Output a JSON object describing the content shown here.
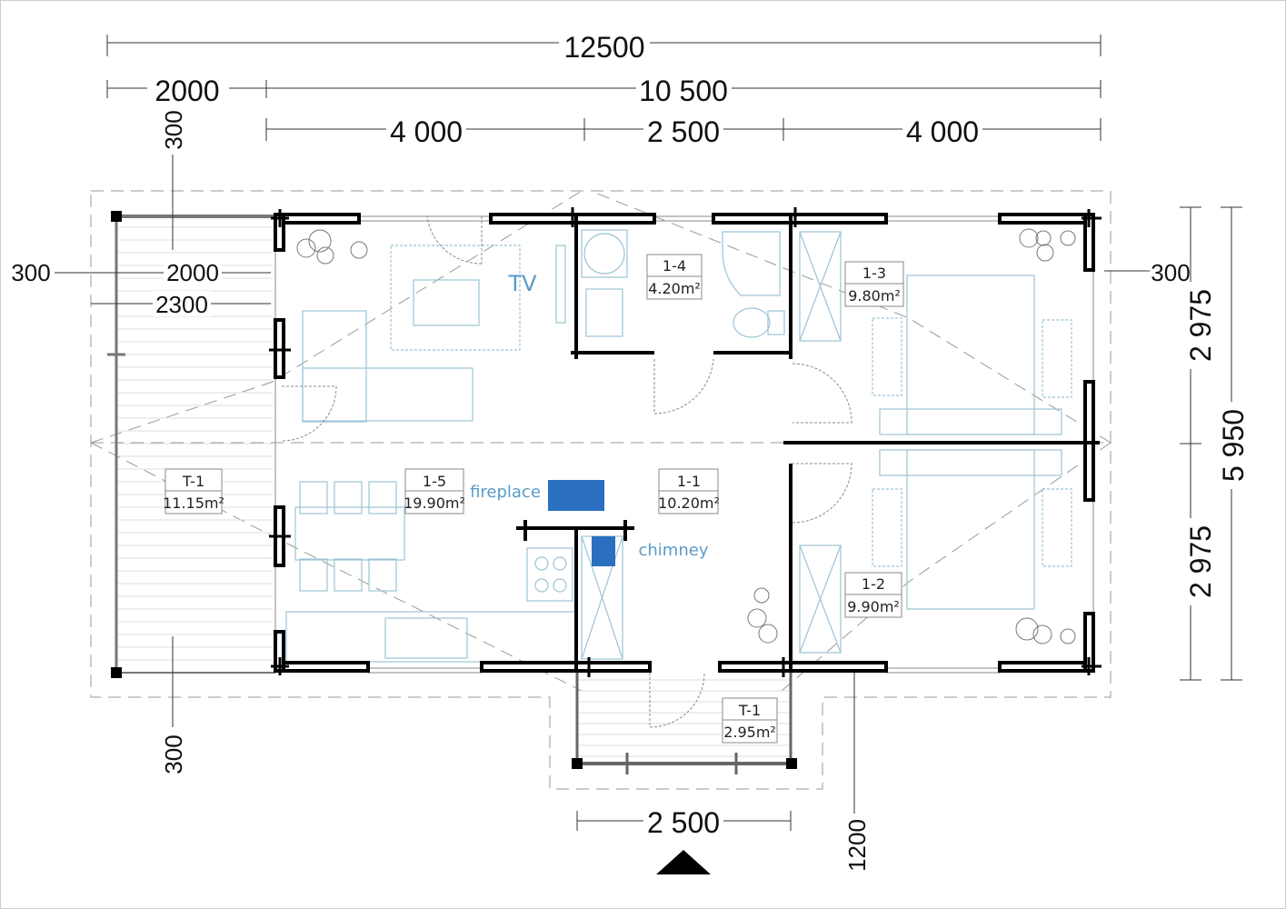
{
  "dimensions": {
    "overall_width": "12500",
    "terrace_width": "2000",
    "house_width": "10 500",
    "segment_left": "4 000",
    "segment_middle": "2 500",
    "segment_right": "4 000",
    "top_offset": "300",
    "left_offset": "300",
    "terrace_inner": "2000",
    "terrace_outer": "2300",
    "bottom_offset": "300",
    "right_offset": "300",
    "depth_upper": "2 975",
    "depth_lower": "2 975",
    "overall_depth": "5 950",
    "porch_width": "2 500",
    "porch_depth": "1200"
  },
  "rooms": [
    {
      "id": "T-1",
      "area": "11.15m²"
    },
    {
      "id": "1-5",
      "area": "19.90m²"
    },
    {
      "id": "1-4",
      "area": "4.20m²"
    },
    {
      "id": "1-1",
      "area": "10.20m²"
    },
    {
      "id": "1-3",
      "area": "9.80m²"
    },
    {
      "id": "1-2",
      "area": "9.90m²"
    },
    {
      "id": "T-1",
      "area": "2.95m²"
    }
  ],
  "annotations": {
    "tv": "TV",
    "fireplace": "fireplace",
    "chimney": "chimney"
  },
  "colors": {
    "accent": "#2a6fc0",
    "walls": "#000000",
    "furniture": "#9cc4d6"
  },
  "entrance_marker": "triangle-up"
}
